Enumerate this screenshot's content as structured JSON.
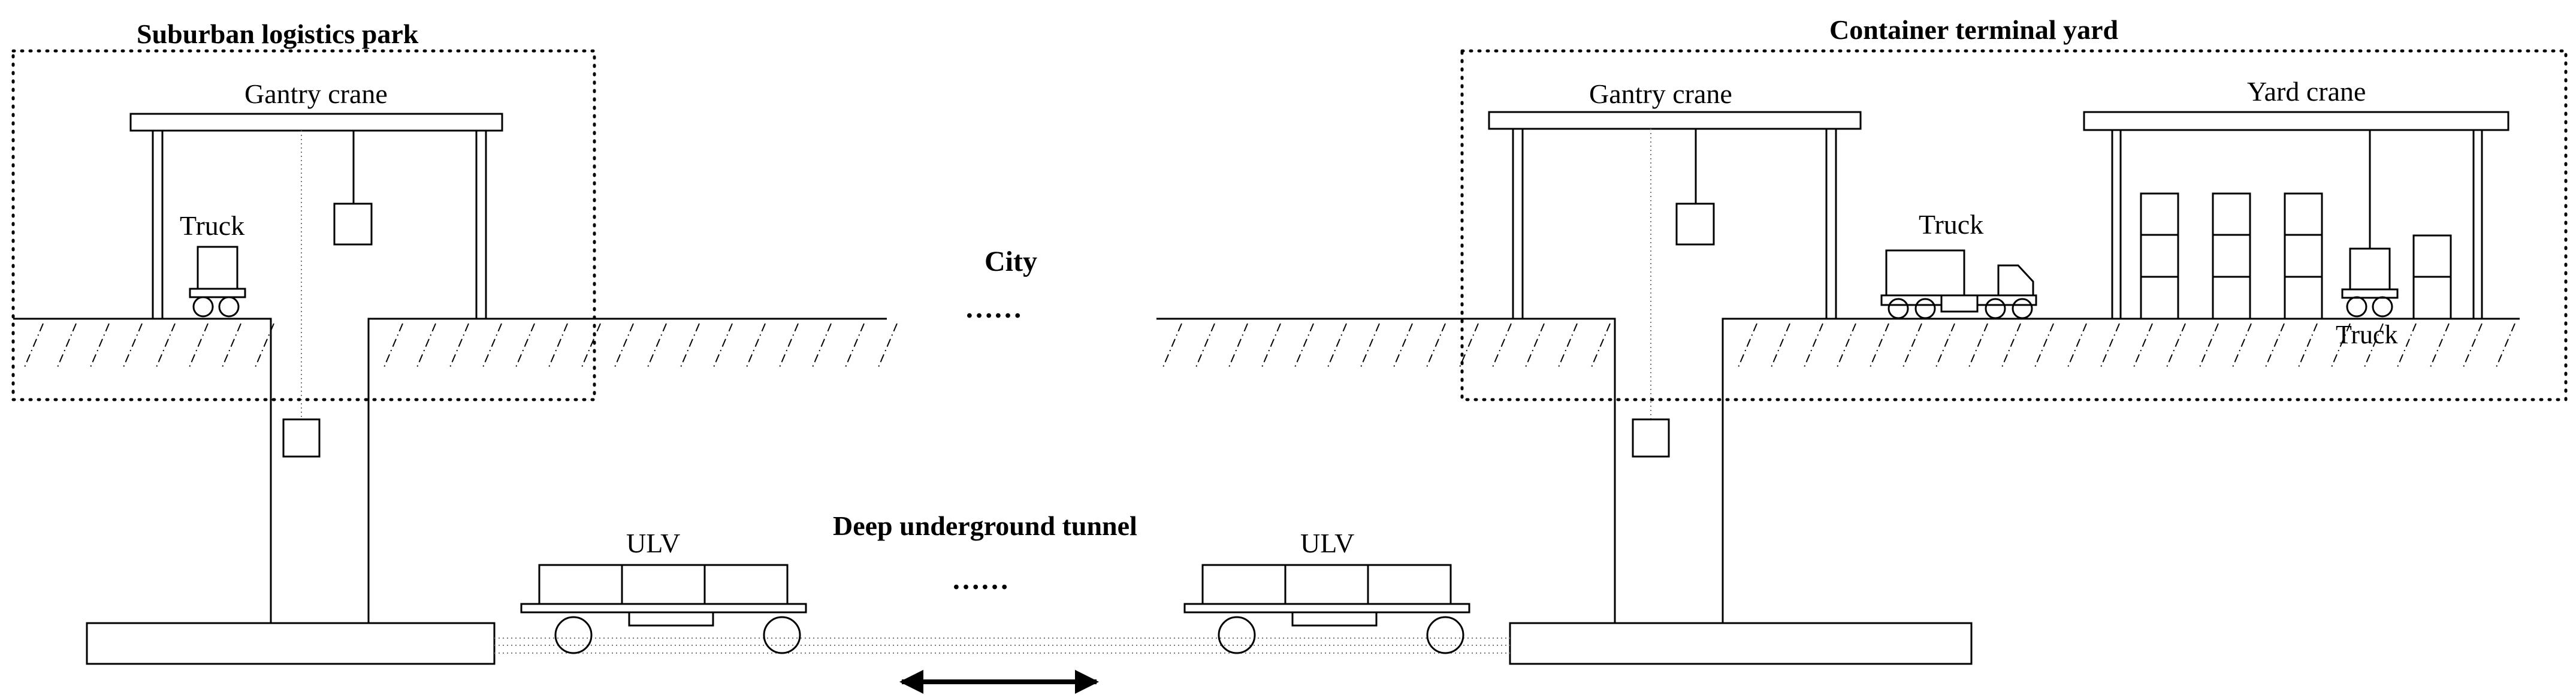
{
  "labels": {
    "suburban_park": "Suburban logistics park",
    "terminal_yard": "Container terminal yard",
    "city": "City",
    "tunnel": "Deep underground tunnel",
    "ellipsis_city": "……",
    "ellipsis_tunnel": "……",
    "gantry_crane_left": "Gantry crane",
    "gantry_crane_right": "Gantry crane",
    "yard_crane": "Yard crane",
    "truck_left": "Truck",
    "truck_mid": "Truck",
    "truck_yard": "Truck",
    "ulv_left": "ULV",
    "ulv_right": "ULV"
  }
}
